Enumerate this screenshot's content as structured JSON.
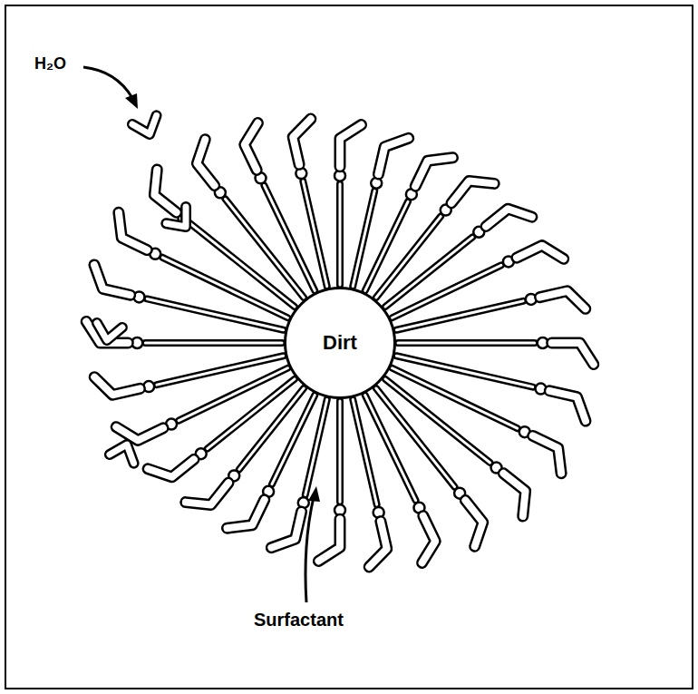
{
  "diagram": {
    "nodes": [
      {
        "text": [
          "Dirt"
        ]
      }
    ],
    "labels": [
      "H₂O",
      "Surfactant"
    ]
  }
}
